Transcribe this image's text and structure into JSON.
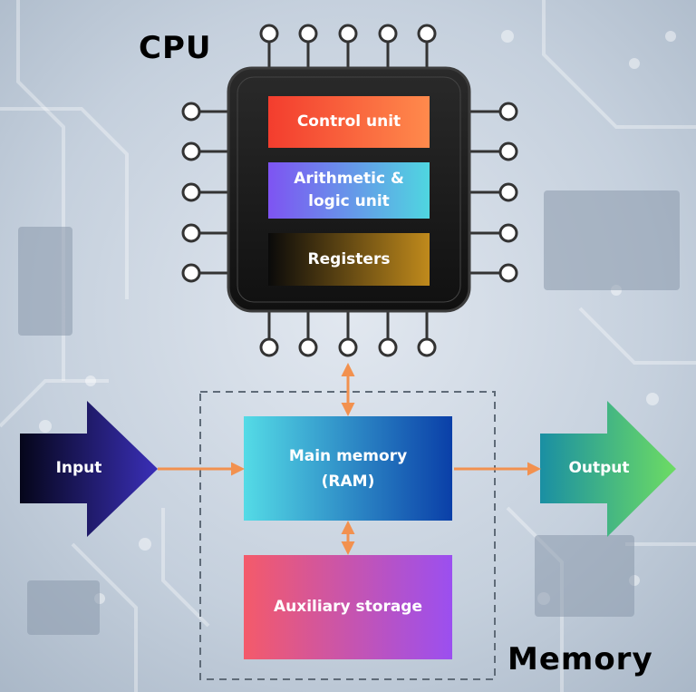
{
  "diagram": {
    "cpu_title": "CPU",
    "memory_title": "Memory",
    "cpu_blocks": {
      "control_unit": "Control unit",
      "alu": "Arithmetic &\nlogic unit",
      "registers": "Registers"
    },
    "main_memory": "Main memory\n(RAM)",
    "auxiliary_storage": "Auxiliary storage",
    "input": "Input",
    "output": "Output"
  },
  "colors": {
    "arrow": "#f2914f",
    "control_unit": [
      "#f33d2e",
      "#ff8a4c"
    ],
    "alu": [
      "#7e54f2",
      "#4fd6e0"
    ],
    "registers": [
      "#0a0a0a",
      "#c08a1c"
    ],
    "main_memory": [
      "#54dbe6",
      "#0a3fa8"
    ],
    "auxiliary_storage": [
      "#f45a6a",
      "#9b4ff0"
    ],
    "input": [
      "#05061a",
      "#3a2fb8"
    ],
    "output": [
      "#1a8fa3",
      "#6ddc63"
    ],
    "chip": "#1a1a1a",
    "pins": "#333333"
  }
}
